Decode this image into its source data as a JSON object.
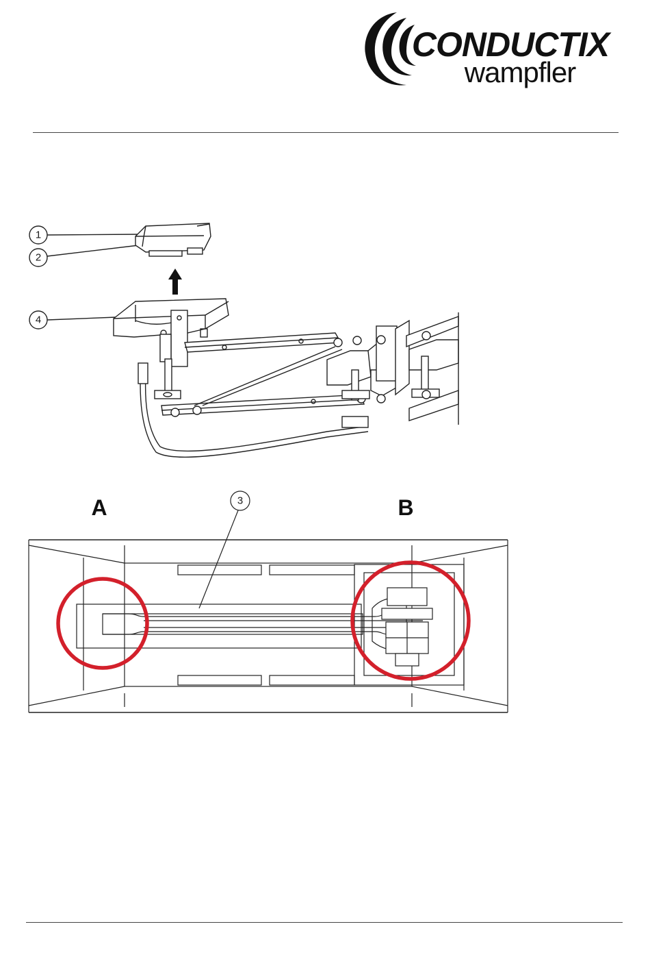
{
  "header": {
    "brand_top": "CONDUCTIX",
    "brand_bottom": "wampfler"
  },
  "figure_top": {
    "callouts": [
      {
        "number": "1"
      },
      {
        "number": "2"
      },
      {
        "number": "4"
      }
    ]
  },
  "figure_bottom": {
    "label_a": "A",
    "label_b": "B",
    "callout_number": "3",
    "highlight_color": "#d3202b"
  }
}
